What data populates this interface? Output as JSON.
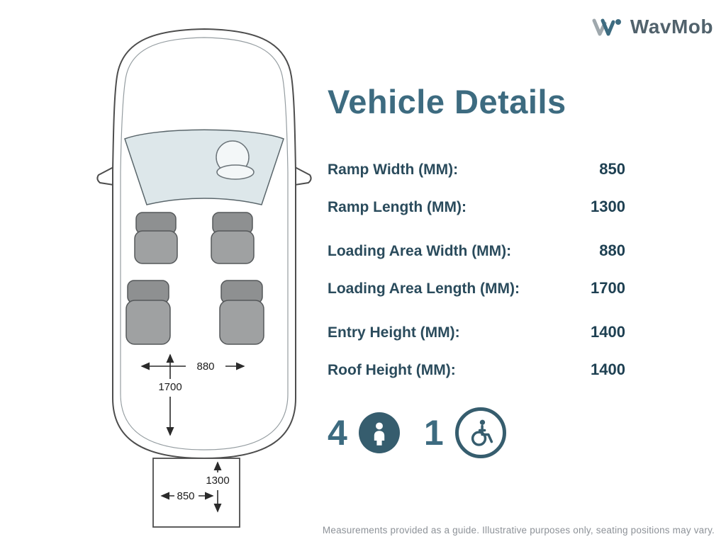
{
  "brand": {
    "name": "WavMob"
  },
  "page": {
    "title": "Vehicle Details"
  },
  "specs": [
    {
      "label": "Ramp Width (MM):",
      "value": "850"
    },
    {
      "label": "Ramp Length (MM):",
      "value": "1300"
    },
    {
      "label": "Loading Area Width (MM):",
      "value": "880"
    },
    {
      "label": "Loading Area Length (MM):",
      "value": "1700"
    },
    {
      "label": "Entry Height (MM):",
      "value": "1400"
    },
    {
      "label": "Roof Height (MM):",
      "value": "1400"
    }
  ],
  "capacity": {
    "seated_passengers": "4",
    "wheelchair_spaces": "1"
  },
  "diagram_dimensions": {
    "loading_area_width_mm": "880",
    "loading_area_length_mm": "1700",
    "ramp_length_mm": "1300",
    "ramp_width_mm": "850"
  },
  "footer_note": "Measurements provided as a guide. Illustrative purposes only, seating positions may vary.",
  "colors": {
    "primary_teal": "#3d6b80",
    "label_slate": "#2a4b5c",
    "value_slate": "#1e4052",
    "icon_teal": "#365d6e",
    "footer_gray": "#8d9298"
  }
}
